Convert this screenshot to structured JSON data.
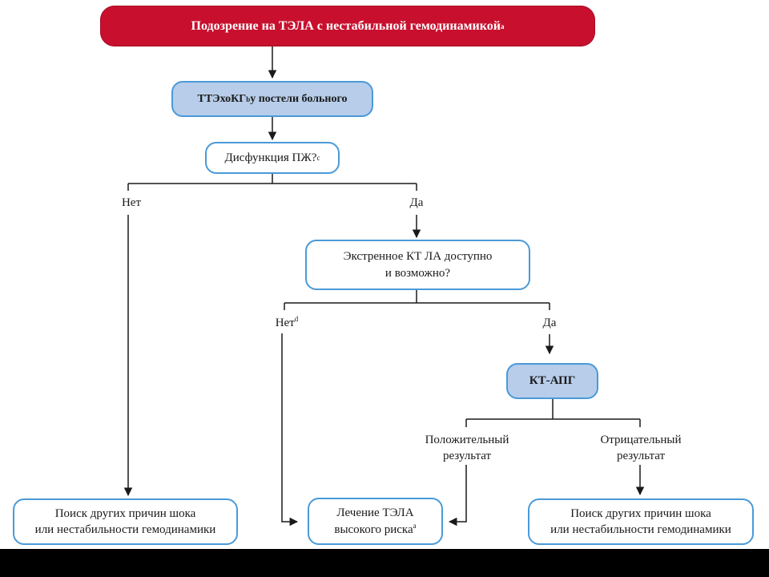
{
  "nodes": {
    "suspicion": {
      "text": "Подозрение на ТЭЛА с нестабильной гемодинамикой",
      "sup": "a"
    },
    "echo": {
      "text_a": "ТТЭхоКГ",
      "sup": "b",
      "text_b": " у постели больного"
    },
    "rv_dysfunction": {
      "text": "Дисфункция ПЖ?",
      "sup": "c"
    },
    "ct_available": {
      "line1": "Экстренное КТ ЛА доступно",
      "line2": "и возможно?"
    },
    "ctpa": {
      "text": "КТ-АПГ"
    },
    "other_causes_left": {
      "line1": "Поиск других причин шока",
      "line2": "или нестабильности гемодинамики"
    },
    "treatment": {
      "line1": "Лечение ТЭЛА",
      "line2": "высокого риска",
      "sup": "a"
    },
    "other_causes_right": {
      "line1": "Поиск других причин шока",
      "line2": "или нестабильности гемодинамики"
    }
  },
  "labels": {
    "no_1": "Нет",
    "yes_1": "Да",
    "no_2": "Нет",
    "no_2_sup": "d",
    "yes_2": "Да",
    "positive": {
      "line1": "Положительный",
      "line2": "результат"
    },
    "negative": {
      "line1": "Отрицательный",
      "line2": "результат"
    }
  },
  "colors": {
    "header_fill": "#c8102e",
    "test_fill": "#b7cdea",
    "box_border": "#4a9ad8",
    "connector": "#1a1a1a"
  }
}
